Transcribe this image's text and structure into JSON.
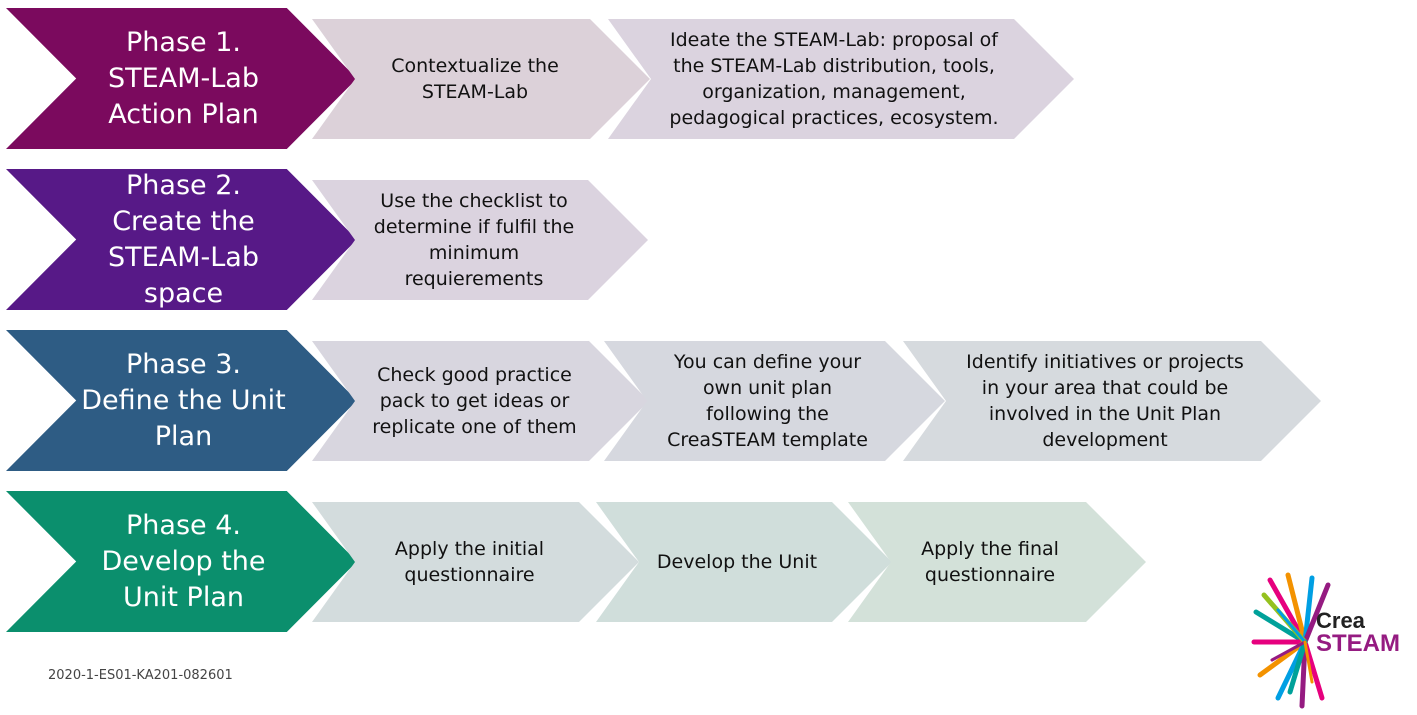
{
  "colors": {
    "phase1": "#7b0a5e",
    "phase2": "#571987",
    "phase3": "#2e5c84",
    "phase4": "#0b8f6d",
    "step1": "#dcd1d9",
    "step2": "#dbd3df",
    "step3": "#d6dade",
    "step4": "#d0deda"
  },
  "phases": [
    {
      "label": "Phase 1. STEAM-Lab Action Plan",
      "steps": [
        "Contextualize the STEAM-Lab",
        "Ideate the STEAM-Lab: proposal of the STEAM-Lab distribution, tools, organization, management, pedagogical practices, ecosystem."
      ]
    },
    {
      "label": "Phase 2. Create the STEAM-Lab space",
      "steps": [
        "Use the checklist to determine if fulfil the minimum requierements"
      ]
    },
    {
      "label": "Phase 3. Define the Unit Plan",
      "steps": [
        "Check good practice pack to get ideas or replicate one of them",
        "You can define your own unit plan following the CreaSTEAM template",
        "Identify initiatives or projects in your area that could be involved in the Unit Plan development"
      ]
    },
    {
      "label": "Phase 4. Develop the Unit Plan",
      "steps": [
        "Apply the initial questionnaire",
        "Develop the Unit",
        "Apply the final questionnaire"
      ]
    }
  ],
  "footer": {
    "code": "2020-1-ES01-KA201-082601"
  },
  "logo": {
    "line1": "Crea",
    "line2": "STEAM",
    "icon": "creasteam-burst-logo"
  }
}
